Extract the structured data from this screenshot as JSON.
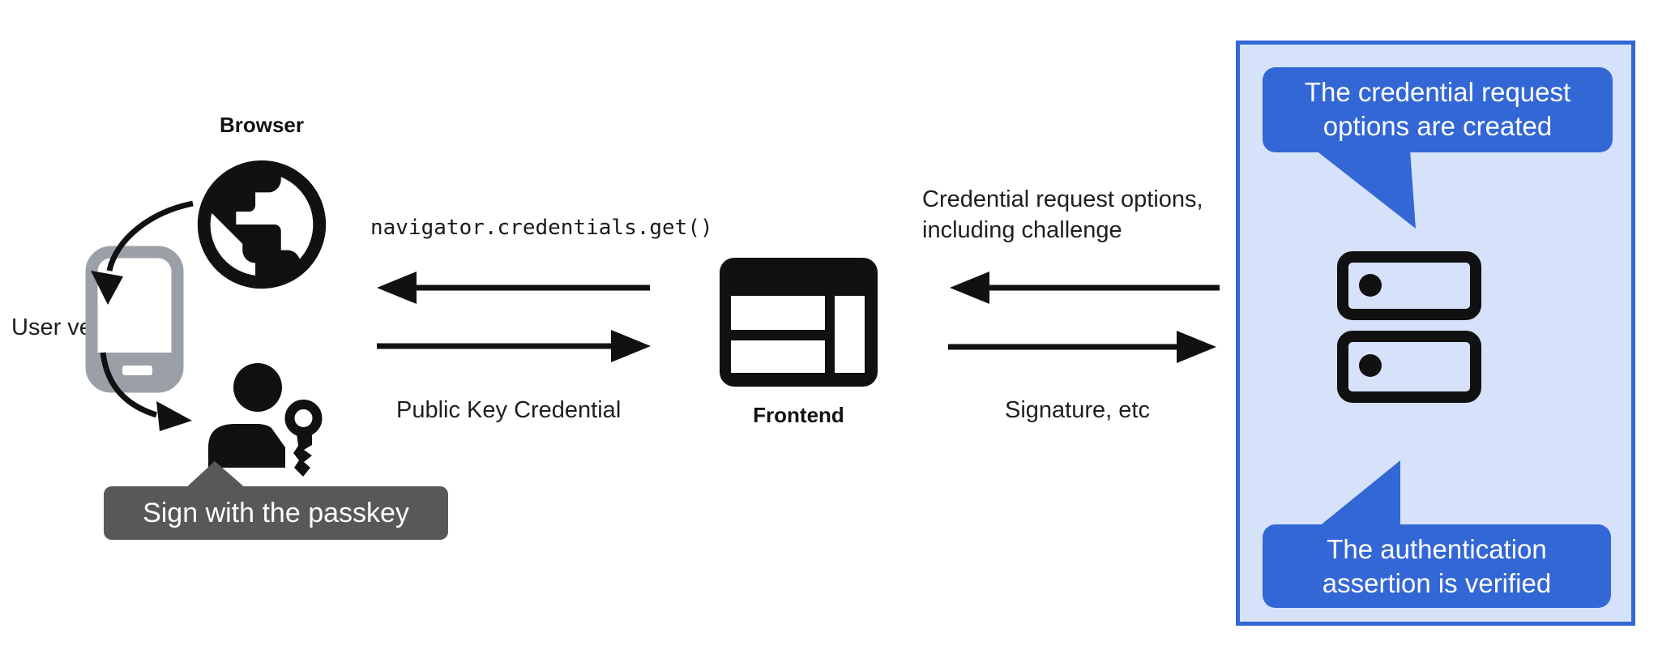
{
  "colors": {
    "ink": "#1F1F1F",
    "icon_black": "#111111",
    "phone_gray": "#9AA0A6",
    "tooltip_bg": "#58585A",
    "bubble_blue": "#3367D6",
    "panel_bg": "#D6E2FA",
    "panel_border": "#3367D6"
  },
  "browser": {
    "label": "Browser"
  },
  "user_verification": {
    "label": "User verification"
  },
  "passkey_tooltip": {
    "text": "Sign with the passkey"
  },
  "frontend": {
    "label": "Frontend",
    "code_call": "navigator.credentials.get()",
    "public_key_label": "Public Key Credential"
  },
  "server_messages": {
    "request_line1": "Credential request options,",
    "request_line2": "including challenge",
    "signature_label": "Signature, etc"
  },
  "server_panel": {
    "server_label": "Server",
    "top_note": {
      "line1": "The credential request",
      "line2": "options are created"
    },
    "bottom_note": {
      "line1": "The authentication",
      "line2": "assertion is verified"
    }
  }
}
